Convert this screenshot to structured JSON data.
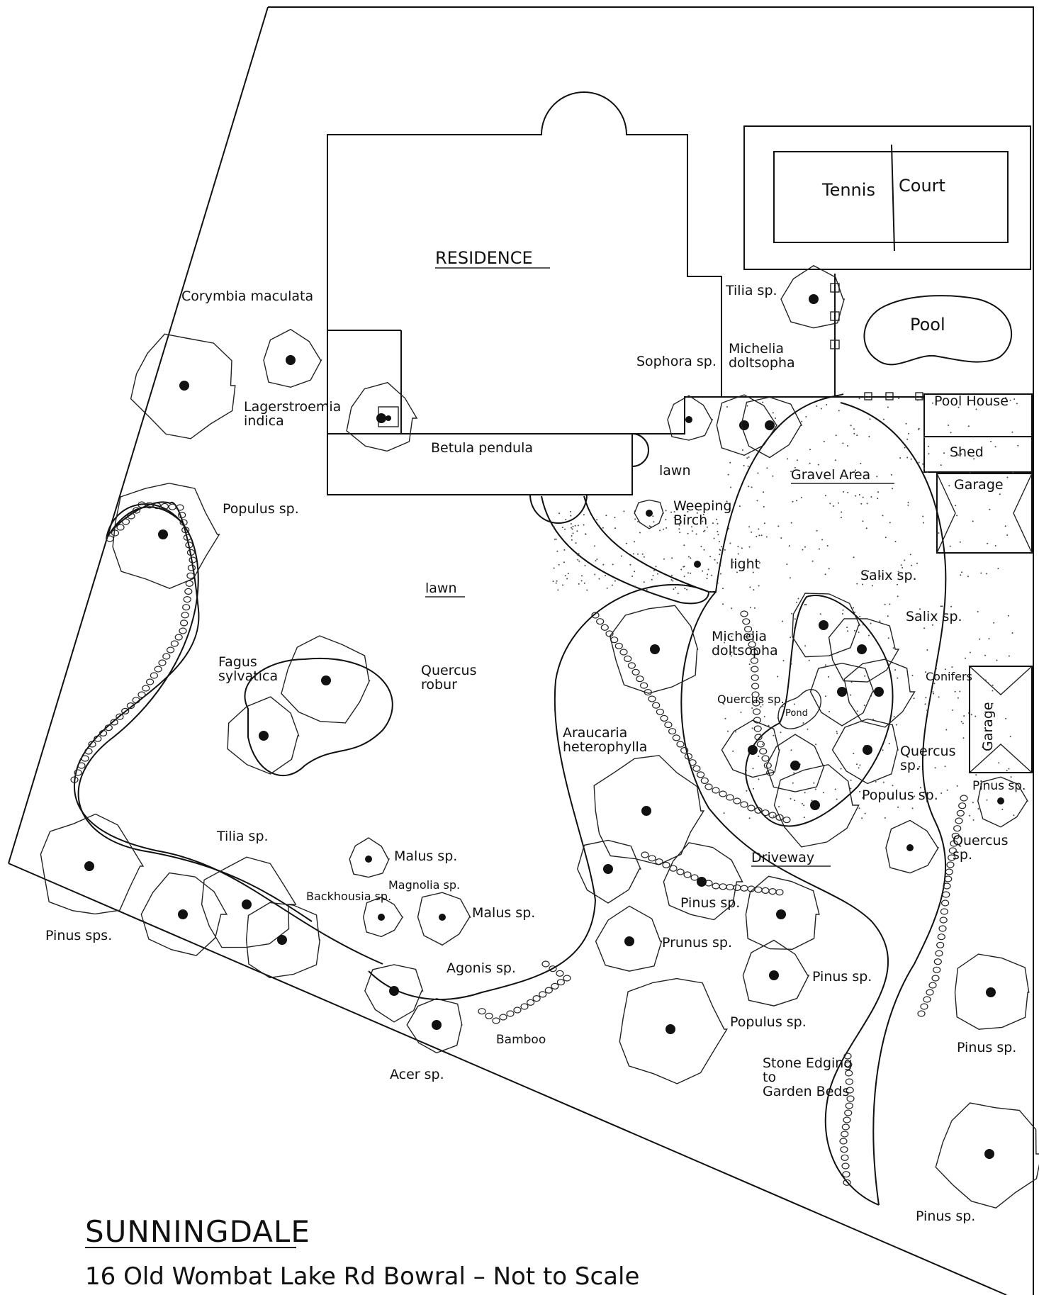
{
  "title": "SUNNINGDALE",
  "subtitle": "16 Old Wombat Lake Rd Bowral – Not to Scale",
  "structures": {
    "residence": "RESIDENCE",
    "tennis": "Tennis",
    "court": "Court",
    "pool": "Pool",
    "pool_house": "Pool House",
    "shed": "Shed",
    "garage_top": "Garage",
    "garage_right": "Garage"
  },
  "areas": {
    "lawn_main": "lawn",
    "lawn_small": "lawn",
    "gravel": "Gravel Area",
    "driveway": "Driveway",
    "light": "light",
    "pond": "Pond"
  },
  "plants": {
    "corymbia": "Corymbia maculata",
    "lagerstroemia": "Lagerstroemia\nindica",
    "betula": "Betula pendula",
    "tilia_top": "Tilia sp.",
    "sophora": "Sophora sp.",
    "michelia_top": "Michelia\ndoltsopha",
    "weeping_birch": "Weeping\nBirch",
    "populus_left": "Populus sp.",
    "fagus": "Fagus\nsylvatica",
    "quercus_robur": "Quercus\nrobur",
    "salix1": "Salix sp.",
    "salix2": "Salix sp.",
    "michelia_mid": "Michelia\ndoltsopha",
    "conifers": "Conifers",
    "quercus_mid": "Quercus sp.",
    "araucaria": "Araucaria\nheterophylla",
    "quercus_right": "Quercus\nsp.",
    "populus_mid": "Populus sp.",
    "pinus_sp_right": "Pinus sp.",
    "quercus_far_right": "Quercus\nsp.",
    "tilia_bottom": "Tilia sp.",
    "malus1": "Malus sp.",
    "magnolia": "Magnolia sp.",
    "backhousia": "Backhousia sp.",
    "malus2": "Malus sp.",
    "pinus_sps": "Pinus sps.",
    "pinus_sp_mid": "Pinus sp.",
    "prunus": "Prunus sp.",
    "pinus_sp_low": "Pinus sp.",
    "agonis": "Agonis sp.",
    "bamboo": "Bamboo",
    "populus_bottom": "Populus sp.",
    "acer": "Acer sp.",
    "stone_edging": "Stone Edging\nto\nGarden Beds",
    "pinus_sp_right2": "Pinus sp.",
    "pinus_sp_bottom": "Pinus sp."
  }
}
